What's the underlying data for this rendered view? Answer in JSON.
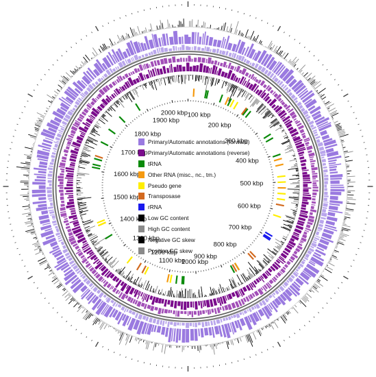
{
  "map": {
    "genome_length_kbp": 2060,
    "tick_labels": [
      "100 kbp",
      "200 kbp",
      "300 kbp",
      "400 kbp",
      "500 kbp",
      "600 kbp",
      "700 kbp",
      "800 kbp",
      "900 kbp",
      "1000 kbp",
      "1100 kbp",
      "1200 kbp",
      "1300 kbp",
      "1400 kbp",
      "1500 kbp",
      "1600 kbp",
      "1700 kbp",
      "1800 kbp",
      "1900 kbp",
      "2000 kbp"
    ],
    "tick_positions_kbp": [
      100,
      200,
      300,
      400,
      500,
      600,
      700,
      800,
      900,
      1000,
      1100,
      1200,
      1300,
      1400,
      1500,
      1600,
      1700,
      1800,
      1900,
      2000
    ]
  },
  "legend": [
    {
      "label": "Primary/Automatic annotations (forward)",
      "color": "#9a7ae0"
    },
    {
      "label": "Primary/Automatic annotations (reverse)",
      "color": "#7a0c8c"
    },
    {
      "label": "tRNA",
      "color": "#0a8a0a"
    },
    {
      "label": "Other RNA (misc., nc., tm.)",
      "color": "#f59a10"
    },
    {
      "label": "Pseudo gene",
      "color": "#ffee00"
    },
    {
      "label": "Transposase",
      "color": "#d2691e"
    },
    {
      "label": "rRNA",
      "color": "#1a1aee"
    },
    {
      "label": "Low GC content",
      "color": "#000000"
    },
    {
      "label": "High GC content",
      "color": "#8a8a8a"
    },
    {
      "label": "Negative GC skew",
      "color": "#000000"
    },
    {
      "label": "Positive GC skew",
      "color": "#8a8a8a"
    }
  ],
  "features": {
    "trna_kbp": [
      62,
      68,
      118,
      150,
      215,
      228,
      330,
      345,
      405,
      850,
      868,
      1045,
      1050,
      1070,
      1360,
      1610,
      1620,
      1640,
      1700,
      1750,
      1805,
      1875
    ],
    "other_rna_kbp": [
      20,
      140,
      420,
      440,
      520,
      850,
      1100,
      1410
    ],
    "pseudo_kbp": [
      160,
      175,
      480,
      500,
      540,
      560,
      620,
      1090,
      1180,
      1250,
      1410,
      1420
    ],
    "transposase_kbp": [
      210,
      580,
      780,
      790,
      860,
      1190,
      1210,
      1650
    ],
    "rrna_kbp": [
      690,
      700,
      705
    ]
  }
}
